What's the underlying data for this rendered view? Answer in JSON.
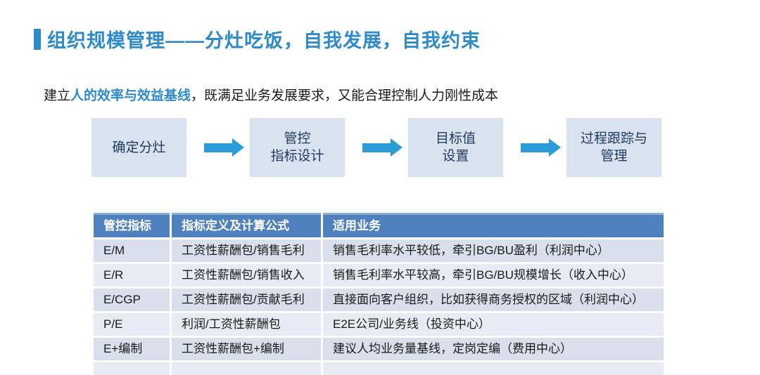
{
  "title": {
    "text": "组织规模管理——分灶吃饭，自我发展，自我约束"
  },
  "subtitle": {
    "prefix": "建立",
    "highlight": "人的效率与效益基线",
    "suffix": "，既满足业务发展要求，又能合理控制人力刚性成本"
  },
  "flow": {
    "steps": [
      {
        "label": "确定分灶"
      },
      {
        "label": "管控\n指标设计"
      },
      {
        "label": "目标值\n设置"
      },
      {
        "label": "过程跟踪与\n管理"
      }
    ]
  },
  "table": {
    "headers": [
      "管控指标",
      "指标定义及计算公式",
      "适用业务"
    ],
    "rows": [
      [
        "E/M",
        "工资性薪酬包/销售毛利",
        "销售毛利率水平较低，牵引BG/BU盈利（利润中心）"
      ],
      [
        "E/R",
        "工资性薪酬包/销售收入",
        "销售毛利率水平较高，牵引BG/BU规模增长（收入中心）"
      ],
      [
        "E/CGP",
        "工资性薪酬包/贡献毛利",
        "直接面向客户组织，比如获得商务授权的区域（利润中心）"
      ],
      [
        "P/E",
        "利润/工资性薪酬包",
        "E2E公司/业务线（投资中心）"
      ],
      [
        "E+编制",
        "工资性薪酬包+编制",
        "建议人均业务量基线，定岗定编（费用中心）"
      ]
    ]
  },
  "colors": {
    "accent_blue": "#2e8bc9",
    "table_header_blue": "#4e81bd",
    "row_odd": "#d9dfeb",
    "row_even": "#e8ebf4",
    "box_fill": "#d9e2ef",
    "box_text": "#1f3b5e",
    "arrow_blue": "#2b9cd8"
  }
}
